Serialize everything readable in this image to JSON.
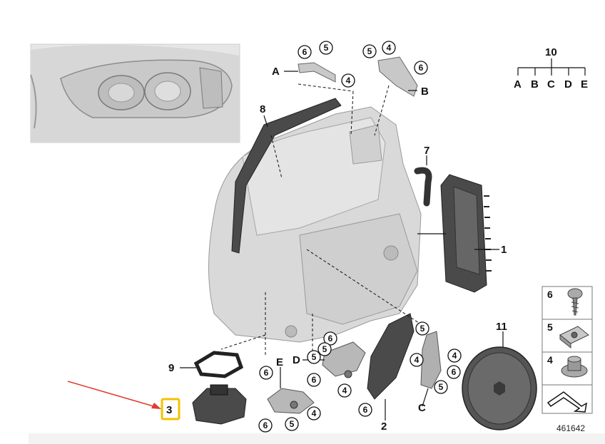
{
  "title": "",
  "diagram_id": "461642",
  "tree": {
    "root": "10",
    "leaves": [
      "A",
      "B",
      "C",
      "D",
      "E"
    ]
  },
  "part_labels": [
    "1",
    "2",
    "3",
    "7",
    "8",
    "9",
    "11"
  ],
  "connection_labels": [
    "A",
    "B",
    "C",
    "D",
    "E"
  ],
  "callouts": [
    "6",
    "5",
    "4",
    "5",
    "4",
    "6",
    "6",
    "6",
    "5",
    "4",
    "6",
    "5",
    "4",
    "6",
    "5",
    "4",
    "6",
    "5",
    "4",
    "6",
    "5"
  ],
  "legend": [
    {
      "number": "6",
      "icon": "screw-icon"
    },
    {
      "number": "5",
      "icon": "clip-nut-icon"
    },
    {
      "number": "4",
      "icon": "grommet-nut-icon"
    },
    {
      "number": "",
      "icon": "direction-arrow-icon"
    }
  ],
  "highlight": {
    "label": "3",
    "color": "#f2c200"
  },
  "colors": {
    "arrow": "#e03a2f",
    "dark_part": "#4a4a4a",
    "housing": "#d9d9d9"
  }
}
